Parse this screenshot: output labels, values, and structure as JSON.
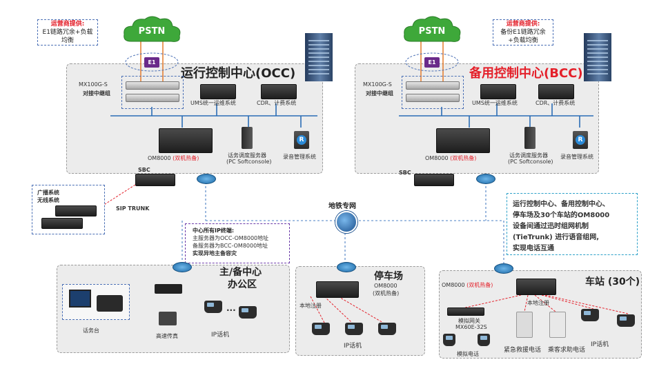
{
  "occ": {
    "title": "运行控制中心(OCC)",
    "note_title": "运营商提供:",
    "note_body": "E1链路冗余+负载均衡",
    "pstn": "PSTN",
    "e1": "E1",
    "mx_label": "MX100G-S",
    "mx_sub": "对接中继组",
    "ums": "UMS统一运维系统",
    "cdr": "CDR、计费系统",
    "om": "OM8000",
    "om_sub": "(双机热备)",
    "dispatch": "话务调度服务器",
    "dispatch_sub": "(PC Softconsole)",
    "rec": "录音管理系统",
    "sbc": "SBC"
  },
  "bcc": {
    "title": "备用控制中心(BCC)",
    "note_title": "运营商提供:",
    "note_body": "备份E1链路冗余+负载均衡",
    "pstn": "PSTN",
    "e1": "E1",
    "mx_label": "MX100G-S",
    "mx_sub": "对接中继组",
    "ums": "UMS统一运维系统",
    "cdr": "CDR、计费系统",
    "om": "OM8000",
    "om_sub": "(双机热备)",
    "dispatch": "话务调度服务器",
    "dispatch_sub": "(PC Softconsole)",
    "rec": "录音管理系统",
    "sbc": "SBC"
  },
  "broadcast": {
    "line1": "广播系统",
    "line2": "无线系统",
    "sip": "SIP TRUNK"
  },
  "metro": {
    "label": "地铁专网"
  },
  "ip_note": {
    "title": "中心所有IP终端:",
    "line1": "主服务器为OCC-OM8000地址",
    "line2": "备服务器为BCC-OM8000地址",
    "line3": "实现异地主备容灾"
  },
  "office": {
    "title": "主/备中心",
    "title2": "办公区",
    "console": "话务台",
    "fax": "高速传真",
    "phone": "IP话机",
    "dots": "..."
  },
  "depot": {
    "title": "停车场",
    "om": "OM8000",
    "om_sub": "(双机热备)",
    "local": "本地注册",
    "phone": "IP话机"
  },
  "station": {
    "title": "车站 (30个)",
    "om": "OM8000",
    "om_sub": "(双机热备)",
    "local": "本地注册",
    "gw": "模拟网关",
    "gw_model": "MX60E-32S",
    "analog": "模拟电话",
    "emergency": "紧急救援电话",
    "help": "乘客求助电话",
    "phone": "IP话机"
  },
  "tie_note": {
    "line1": "运行控制中心、备用控制中心、",
    "line2": "停车场及30个车站的OM8000",
    "line3": "设备间通过迅时组网机制",
    "line4": "(TieTrunk) 进行语音组网,",
    "line5": "实现电话互通"
  },
  "colors": {
    "accent_red": "#e4202a",
    "accent_blue": "#1f3f99",
    "zone_bg": "#ececec",
    "cloud_green": "#3ea83a",
    "line_blue": "#2a6db5"
  }
}
